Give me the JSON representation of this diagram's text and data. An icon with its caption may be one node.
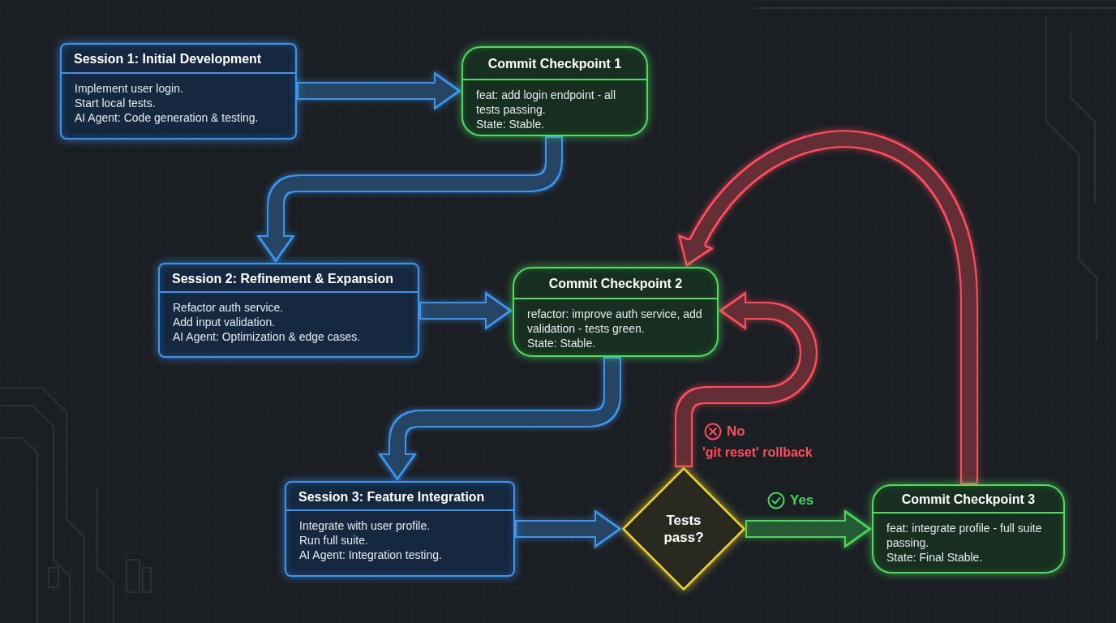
{
  "diagram": {
    "nodes": [
      {
        "text": [
          "Session 1: Initial Development",
          "Implement user login.",
          "Start local tests.",
          "AI Agent: Code generation & testing."
        ]
      },
      {
        "text": [
          "Commit Checkpoint 1",
          "feat: add login endpoint - all tests passing.",
          "State: Stable."
        ]
      },
      {
        "text": [
          "Session 2: Refinement & Expansion",
          "Refactor auth service.",
          "Add input validation.",
          "AI Agent: Optimization & edge cases."
        ]
      },
      {
        "text": [
          "Commit Checkpoint 2",
          "refactor: improve auth service, add validation - tests green.",
          "State: Stable."
        ]
      },
      {
        "text": [
          "Session 3: Feature Integration",
          "Integrate with user profile.",
          "Run full suite.",
          "AI Agent: Integration testing."
        ]
      },
      {
        "text": [
          "Tests pass?"
        ]
      },
      {
        "text": [
          "Commit Checkpoint 3",
          "feat: integrate profile - full suite passing.",
          "State: Final Stable."
        ]
      }
    ],
    "edges": [
      {
        "from": 0,
        "to": 1,
        "arrow": "to"
      },
      {
        "from": 1,
        "to": 2,
        "arrow": "to"
      },
      {
        "from": 2,
        "to": 3,
        "arrow": "to"
      },
      {
        "from": 3,
        "to": 4,
        "arrow": "to"
      },
      {
        "from": 4,
        "to": 5,
        "arrow": "to"
      },
      {
        "from": 5,
        "to": 6,
        "arrow": "to",
        "label": "Yes",
        "color": "#45d95c"
      },
      {
        "from": 5,
        "to": 3,
        "arrow": "to",
        "label": "No",
        "color": "#ff4d5e"
      },
      {
        "from": 6,
        "to": 3,
        "arrow": "to",
        "color": "#ff4d5e"
      }
    ],
    "labels": [
      "'git reset' rollback"
    ]
  }
}
